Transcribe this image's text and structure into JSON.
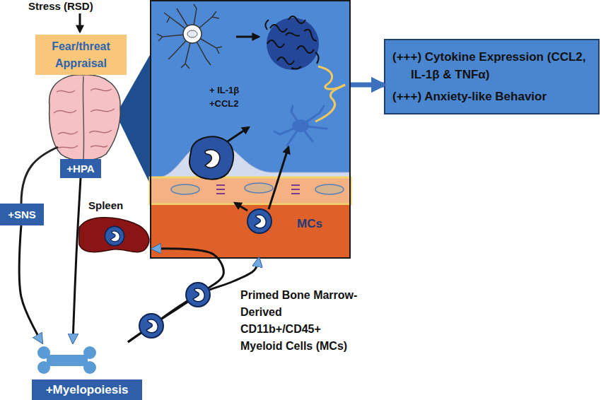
{
  "diagram": {
    "nodes": [
      {
        "text": [
          "Fear/threat Appraisal"
        ]
      },
      {
        "text": [
          "+HPA"
        ]
      },
      {
        "text": [
          "+SNS"
        ]
      },
      {
        "text": [
          "+Myelopoiesis"
        ]
      },
      {
        "text": [
          "Spleen"
        ]
      },
      {
        "text": [
          "+ IL-1β +CCL2",
          "MCs"
        ]
      },
      {
        "text": [
          "(+++) Cytokine Expression (CCL2, IL-1β & TNFα)",
          "(+++) Anxiety-like Behavior"
        ]
      }
    ],
    "edges": [
      {
        "from": 1,
        "to": 3,
        "arrow": "to"
      },
      {
        "from": 2,
        "to": 3,
        "arrow": "to"
      },
      {
        "from": 3,
        "to": 4,
        "arrow": "to"
      },
      {
        "from": 3,
        "to": 5,
        "arrow": "to"
      },
      {
        "from": 5,
        "to": 6,
        "arrow": "to"
      }
    ],
    "labels": [
      "Stress (RSD)",
      "Primed Bone Marrow-Derived CD11b+/CD45+ Myeloid Cells (MCs)"
    ]
  }
}
